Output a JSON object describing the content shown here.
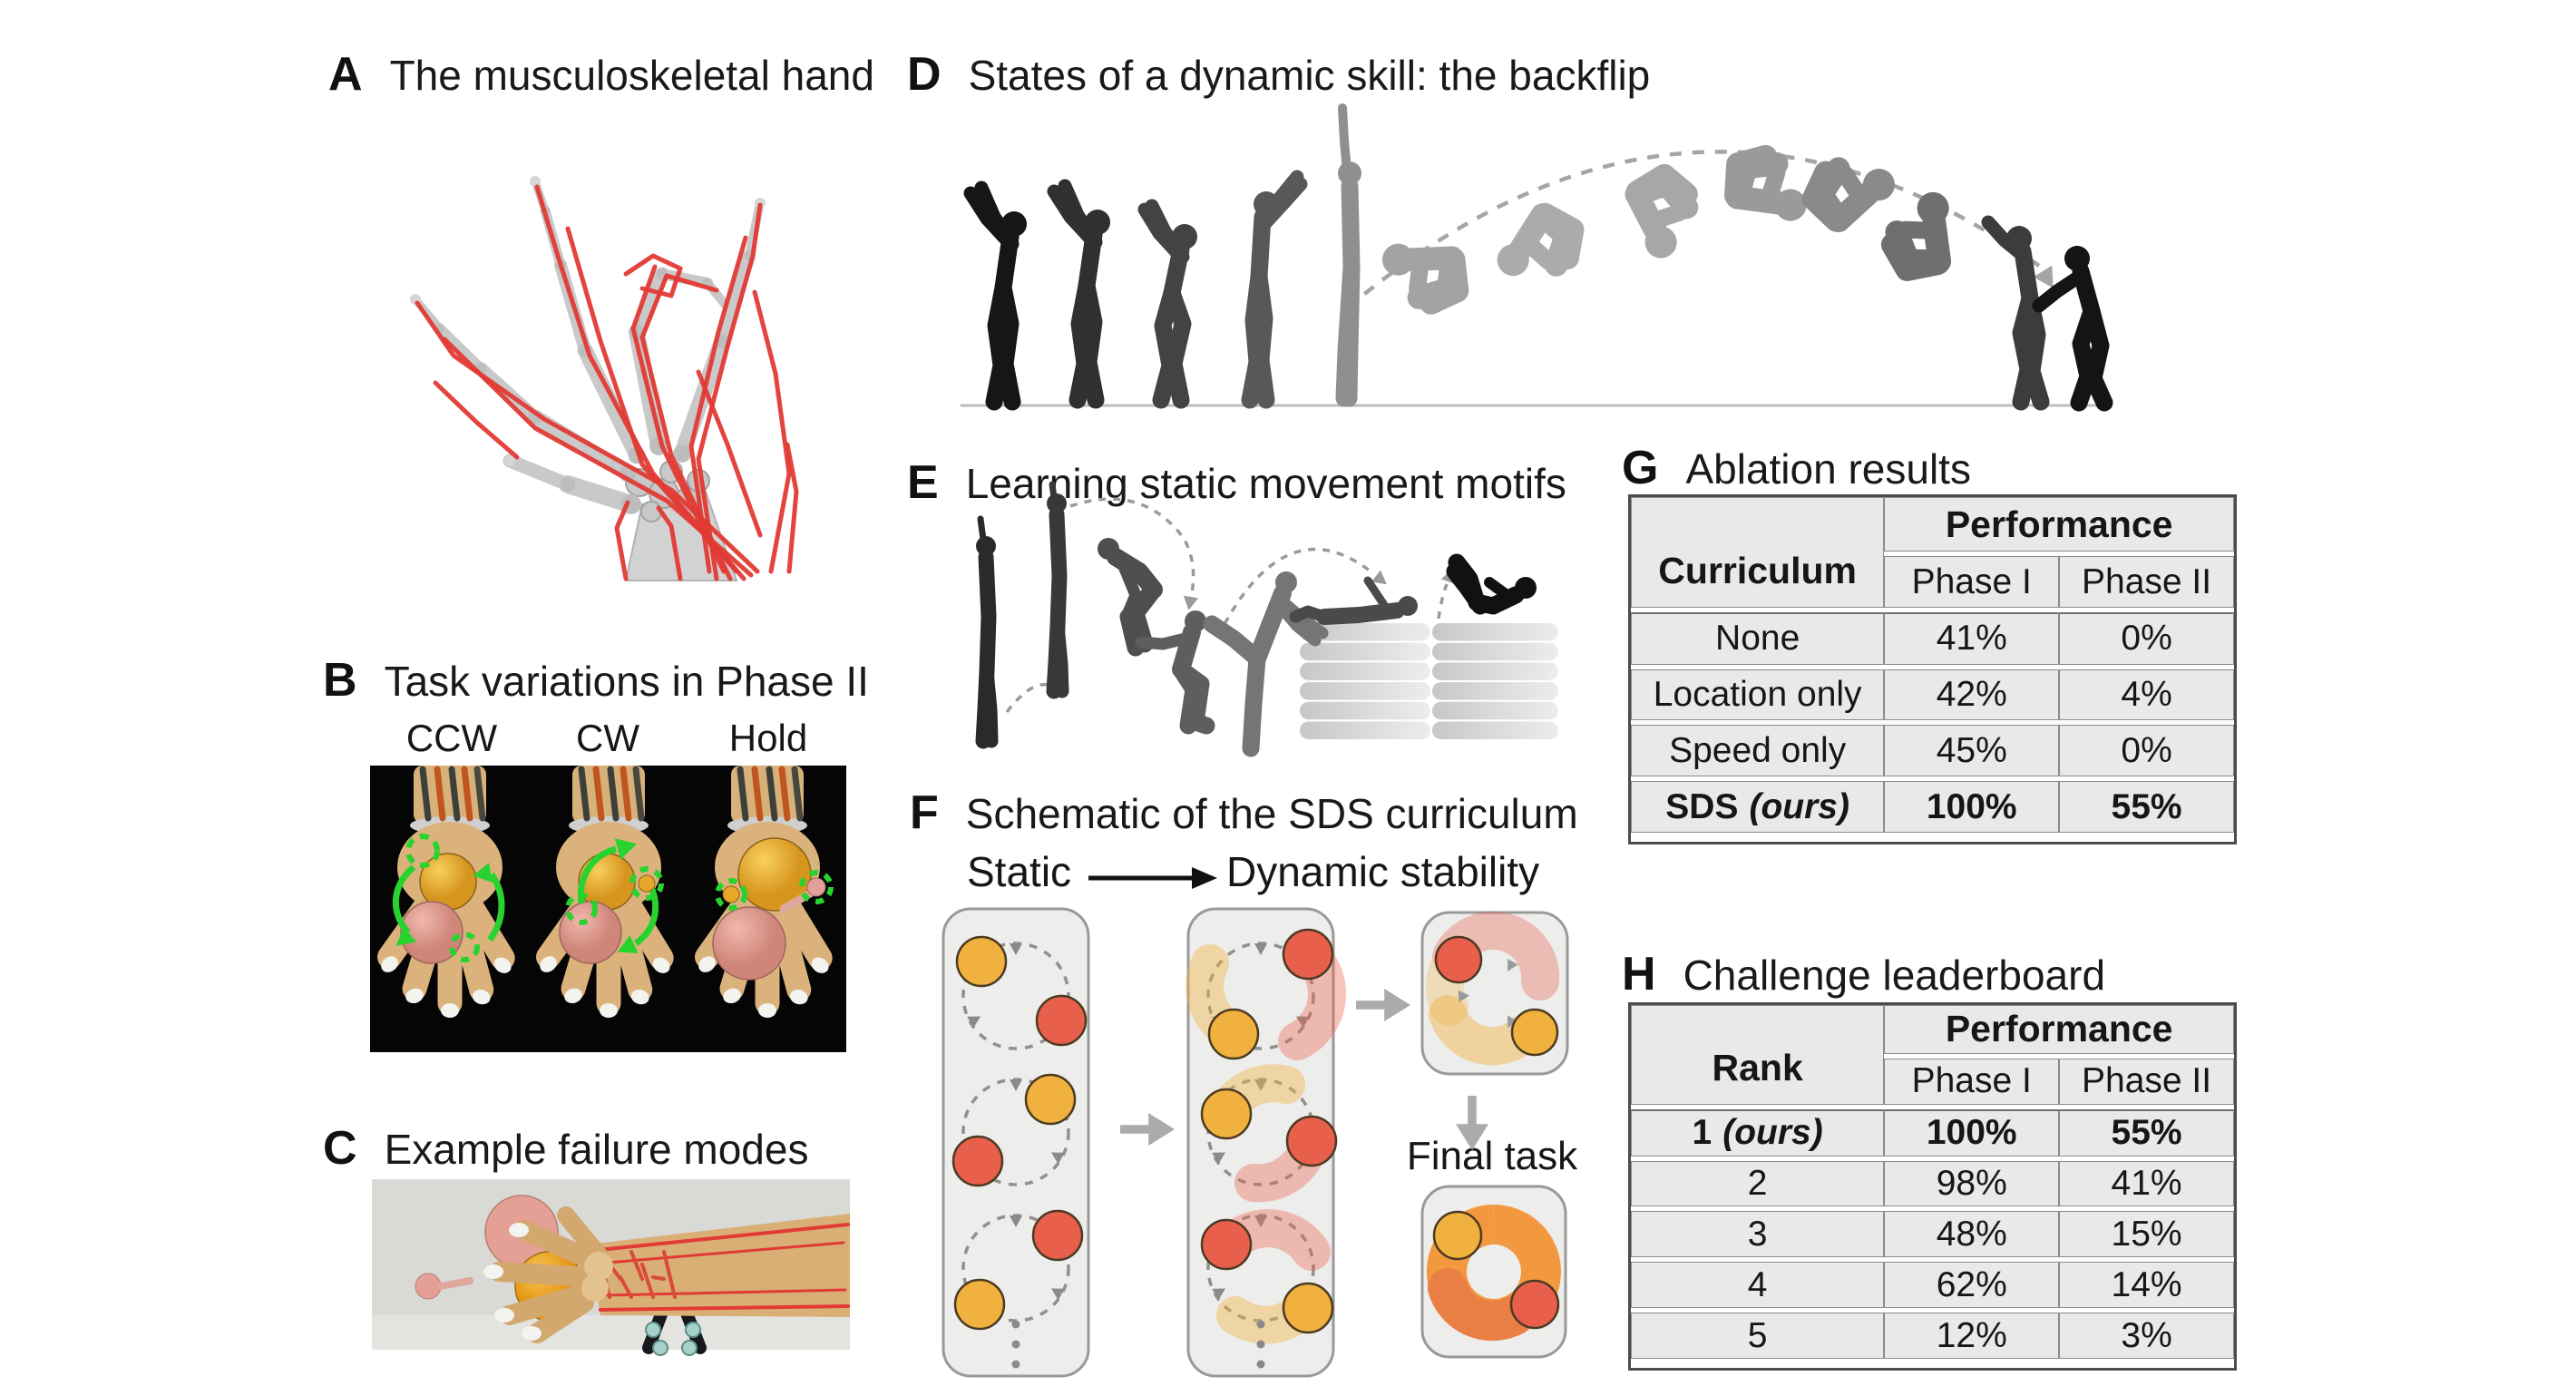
{
  "panels": {
    "a": {
      "letter": "A",
      "title": "The musculoskeletal hand"
    },
    "b": {
      "letter": "B",
      "title": "Task variations in Phase II",
      "variants": [
        "CCW",
        "CW",
        "Hold"
      ]
    },
    "c": {
      "letter": "C",
      "title": "Example failure modes"
    },
    "d": {
      "letter": "D",
      "title": "States of a dynamic skill: the backflip"
    },
    "e": {
      "letter": "E",
      "title": "Learning static movement motifs"
    },
    "f": {
      "letter": "F",
      "title": "Schematic of the SDS curriculum",
      "stage_start": "Static",
      "stage_end": "Dynamic stability",
      "final_label": "Final task"
    },
    "g": {
      "letter": "G",
      "title": "Ablation results"
    },
    "h": {
      "letter": "H",
      "title": "Challenge leaderboard"
    }
  },
  "tables": {
    "ablation": {
      "corner": "Curriculum",
      "group": "Performance",
      "cols": [
        "Phase I",
        "Phase II"
      ],
      "rows": [
        {
          "name": "None",
          "p1": "41%",
          "p2": "0%"
        },
        {
          "name": "Location only",
          "p1": "42%",
          "p2": "4%"
        },
        {
          "name": "Speed only",
          "p1": "45%",
          "p2": "0%"
        },
        {
          "name": "SDS",
          "suffix": "(ours)",
          "p1": "100%",
          "p2": "55%"
        }
      ]
    },
    "leaderboard": {
      "corner": "Rank",
      "group": "Performance",
      "cols": [
        "Phase I",
        "Phase II"
      ],
      "rows": [
        {
          "name": "1",
          "suffix": "(ours)",
          "p1": "100%",
          "p2": "55%"
        },
        {
          "name": "2",
          "p1": "98%",
          "p2": "41%"
        },
        {
          "name": "3",
          "p1": "48%",
          "p2": "15%"
        },
        {
          "name": "4",
          "p1": "62%",
          "p2": "14%"
        },
        {
          "name": "5",
          "p1": "12%",
          "p2": "3%"
        }
      ]
    }
  },
  "colors": {
    "ball_yellow": "#f0b13e",
    "ball_red": "#e8604c",
    "ring_orange": "#f2993f",
    "ring_orange_deep": "#ea7f45",
    "annotation_green": "#29d32f",
    "tendon_red": "#e23a34",
    "hand_tan": "#dcb27c",
    "pink_ball": "#e5a095",
    "table_cell": "#e9e9e7",
    "silhouette_dark": "#161616",
    "silhouette_light": "#a3a3a3"
  }
}
